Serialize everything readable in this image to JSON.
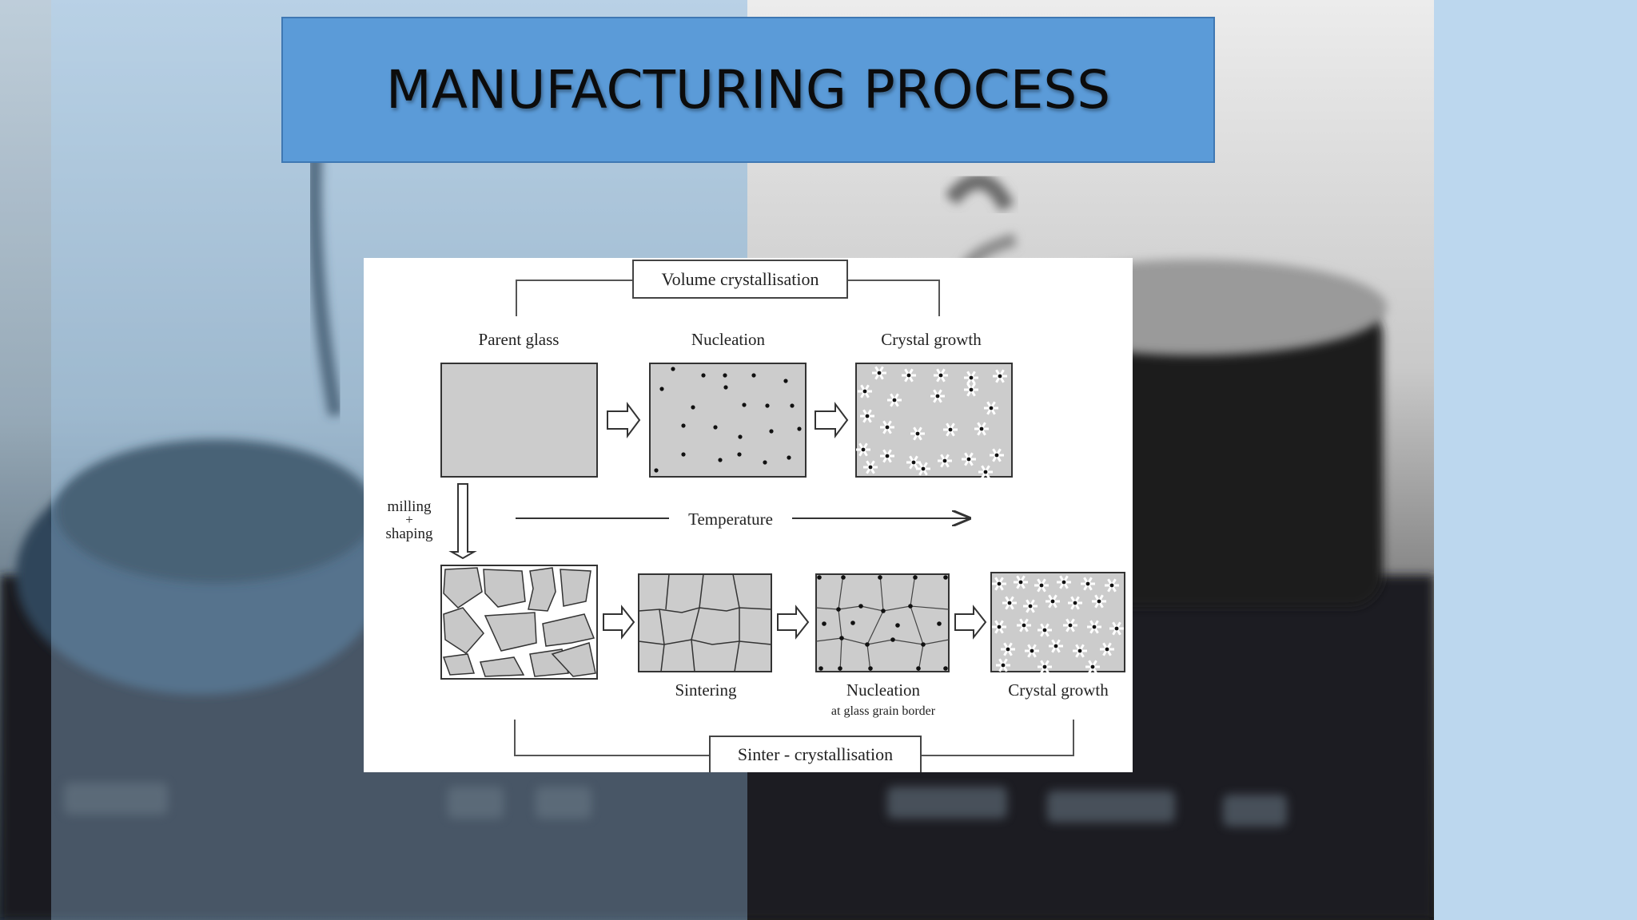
{
  "slide": {
    "title": "MANUFACTURING PROCESS"
  },
  "diagram": {
    "top_bracket_label": "Volume crystallisation",
    "bottom_bracket_label": "Sinter - crystallisation",
    "top_row": {
      "parent_glass": "Parent glass",
      "nucleation": "Nucleation",
      "crystal_growth": "Crystal growth"
    },
    "side_label": {
      "line1": "milling",
      "line2": "+",
      "line3": "shaping"
    },
    "temperature_label": "Temperature",
    "bottom_row": {
      "sintering": "Sintering",
      "nucleation": "Nucleation",
      "nucleation_sub": "at glass grain border",
      "crystal_growth": "Crystal growth"
    }
  },
  "colors": {
    "title_fill": "#5b9bd8",
    "panel_fill": "#cccccc",
    "right_strip": "#bcd7ee"
  }
}
